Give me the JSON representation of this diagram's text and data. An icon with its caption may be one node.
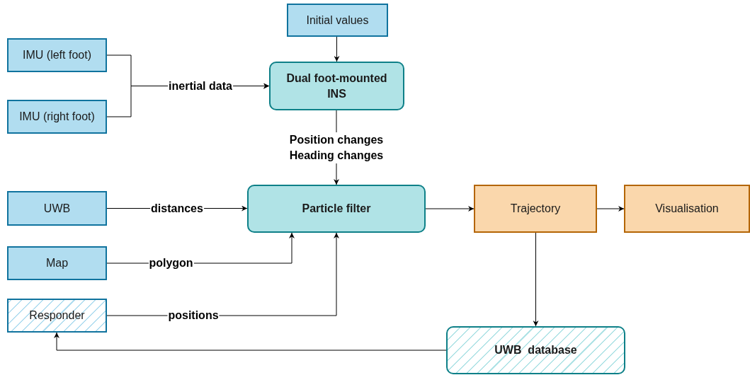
{
  "diagram": {
    "nodes": [
      {
        "text": [
          "Initial values"
        ]
      },
      {
        "text": [
          "IMU (left foot)"
        ]
      },
      {
        "text": [
          "IMU (right foot)"
        ]
      },
      {
        "text": [
          "Dual foot-mounted INS"
        ]
      },
      {
        "text": [
          "UWB"
        ]
      },
      {
        "text": [
          "Particle filter"
        ]
      },
      {
        "text": [
          "Trajectory"
        ]
      },
      {
        "text": [
          "Visualisation"
        ]
      },
      {
        "text": [
          "Map"
        ]
      },
      {
        "text": [
          "Responder"
        ]
      },
      {
        "text": [
          "UWB  database"
        ]
      }
    ],
    "edges": [
      {
        "from": 0,
        "to": 3,
        "arrow": "to"
      },
      {
        "from": 1,
        "to": 3,
        "arrow": "to",
        "label": "inertial data"
      },
      {
        "from": 2,
        "to": 3,
        "arrow": "to"
      },
      {
        "from": 3,
        "to": 5,
        "arrow": "to",
        "label": "Position changes Heading changes"
      },
      {
        "from": 4,
        "to": 5,
        "arrow": "to",
        "label": "distances"
      },
      {
        "from": 8,
        "to": 5,
        "arrow": "to",
        "label": "polygon"
      },
      {
        "from": 9,
        "to": 5,
        "arrow": "to",
        "label": "positions"
      },
      {
        "from": 5,
        "to": 6,
        "arrow": "to"
      },
      {
        "from": 6,
        "to": 7,
        "arrow": "to"
      },
      {
        "from": 6,
        "to": 10,
        "arrow": "to"
      },
      {
        "from": 10,
        "to": 9,
        "arrow": "to"
      }
    ]
  }
}
